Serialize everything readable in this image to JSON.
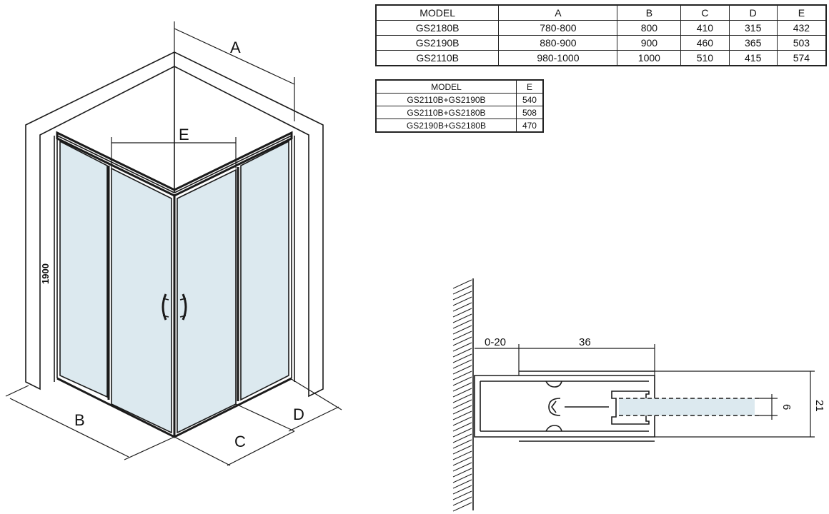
{
  "table_main": {
    "headers": [
      "MODEL",
      "A",
      "B",
      "C",
      "D",
      "E"
    ],
    "rows": [
      [
        "GS2180B",
        "780-800",
        "800",
        "410",
        "315",
        "432"
      ],
      [
        "GS2190B",
        "880-900",
        "900",
        "460",
        "365",
        "503"
      ],
      [
        "GS2110B",
        "980-1000",
        "1000",
        "510",
        "415",
        "574"
      ]
    ]
  },
  "table_combo": {
    "headers": [
      "MODEL",
      "E"
    ],
    "rows": [
      [
        "GS2110B+GS2190B",
        "540"
      ],
      [
        "GS2110B+GS2180B",
        "508"
      ],
      [
        "GS2190B+GS2180B",
        "470"
      ]
    ]
  },
  "iso_labels": {
    "a": "A",
    "b": "B",
    "c": "C",
    "d": "D",
    "e": "E",
    "height": "1900"
  },
  "profile_labels": {
    "wall_gap": "0-20",
    "width": "36",
    "glass": "6",
    "height": "21"
  },
  "colors": {
    "glass": "#dce9ef",
    "line": "#1a1a1a"
  }
}
